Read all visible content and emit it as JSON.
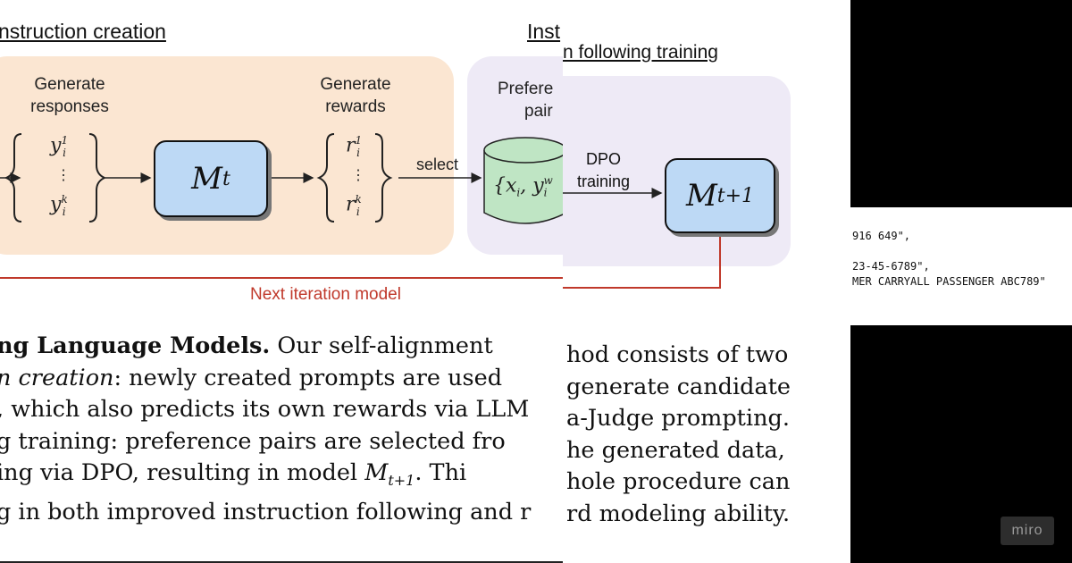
{
  "left": {
    "heading": "nstruction creation",
    "heading_right": "Inst",
    "gen_responses": [
      "Generate",
      "responses"
    ],
    "gen_rewards": [
      "Generate",
      "rewards"
    ],
    "preference": [
      "Prefere",
      "pair"
    ],
    "select_label": "select",
    "model": "M",
    "model_sub": "t",
    "y_top": "y",
    "y_top_sup": "1",
    "y_bottom": "y",
    "y_bottom_sup": "k",
    "i_sub": "i",
    "r_top": "r",
    "r_top_sup": "1",
    "r_bottom": "r",
    "r_bottom_sup": "k",
    "db_text": "{x",
    "db_text2": ", y",
    "db_sup": "w",
    "next_iteration": "Next iteration model",
    "para_lines": [
      "ng Language Models.",
      " Our self-alignment",
      "n creation",
      ": newly created prompts are used",
      ", which also predicts its own rewards via LLM",
      "g training:  preference pairs are selected fro",
      "ing via DPO, resulting in model ",
      ". Thi",
      "g in both improved instruction following and r"
    ]
  },
  "mid": {
    "heading": "n following training",
    "dpo": [
      "DPO",
      "training"
    ],
    "model": "M",
    "model_sub": "t+1",
    "para_lines": [
      "hod consists of two",
      "generate candidate",
      "a-Judge prompting.",
      "he generated data,",
      "hole procedure can",
      "rd modeling ability."
    ]
  },
  "right": {
    "code_lines": [
      "916 649\",",
      "",
      "23-45-6789\",",
      "MER CARRYALL PASSENGER ABC789\""
    ],
    "badge": "miro"
  },
  "colors": {
    "peach": "#fbe6d2",
    "lavender": "#eeeaf6",
    "model_blue": "#bdd9f5",
    "db_green": "#bfe5c4",
    "red_line": "#c0392b"
  }
}
